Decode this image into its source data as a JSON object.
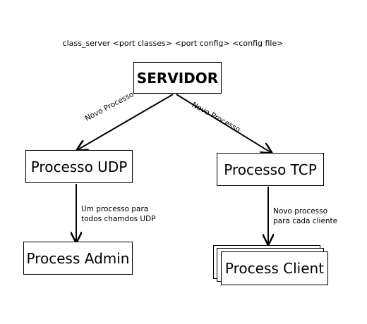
{
  "diagram": {
    "command": "class_server <port classes> <port config> <config file>",
    "nodes": {
      "server": "SERVIDOR",
      "udp": "Processo UDP",
      "tcp": "Processo TCP",
      "admin": "Process Admin",
      "client": "Process Client"
    },
    "edges": {
      "server_to_udp": "Novo Processo",
      "server_to_tcp": "Novo Processo",
      "udp_to_admin": [
        "Um processo para",
        "todos chamdos UDP"
      ],
      "tcp_to_client": [
        "Novo processo",
        "para cada cliente"
      ]
    },
    "colors": {
      "stroke": "#000000",
      "background": "#ffffff"
    }
  }
}
